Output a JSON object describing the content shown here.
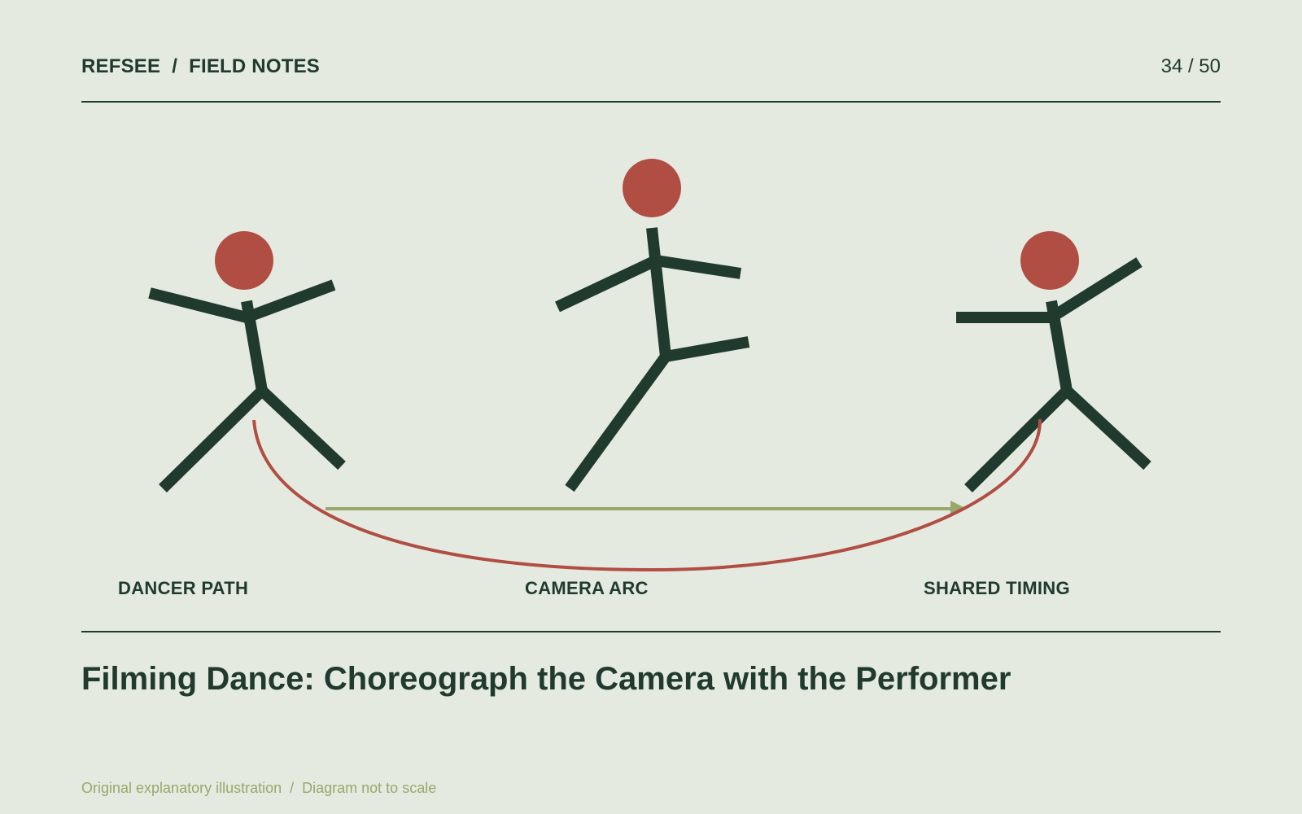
{
  "header": {
    "brand": "REFSEE",
    "section": "FIELD NOTES",
    "separator": "/",
    "page": "34 / 50"
  },
  "diagram": {
    "labels": [
      "DANCER PATH",
      "CAMERA ARC",
      "SHARED TIMING"
    ],
    "colors": {
      "figure": "#203a2e",
      "head": "#b04e44",
      "camera_arc": "#b04e44",
      "path_arrow": "#97a86a",
      "background": "#e5eae1"
    }
  },
  "title": "Filming Dance: Choreograph the Camera with the Performer",
  "footer": {
    "note": "Original explanatory illustration",
    "separator": "/",
    "scale": "Diagram not to scale"
  }
}
